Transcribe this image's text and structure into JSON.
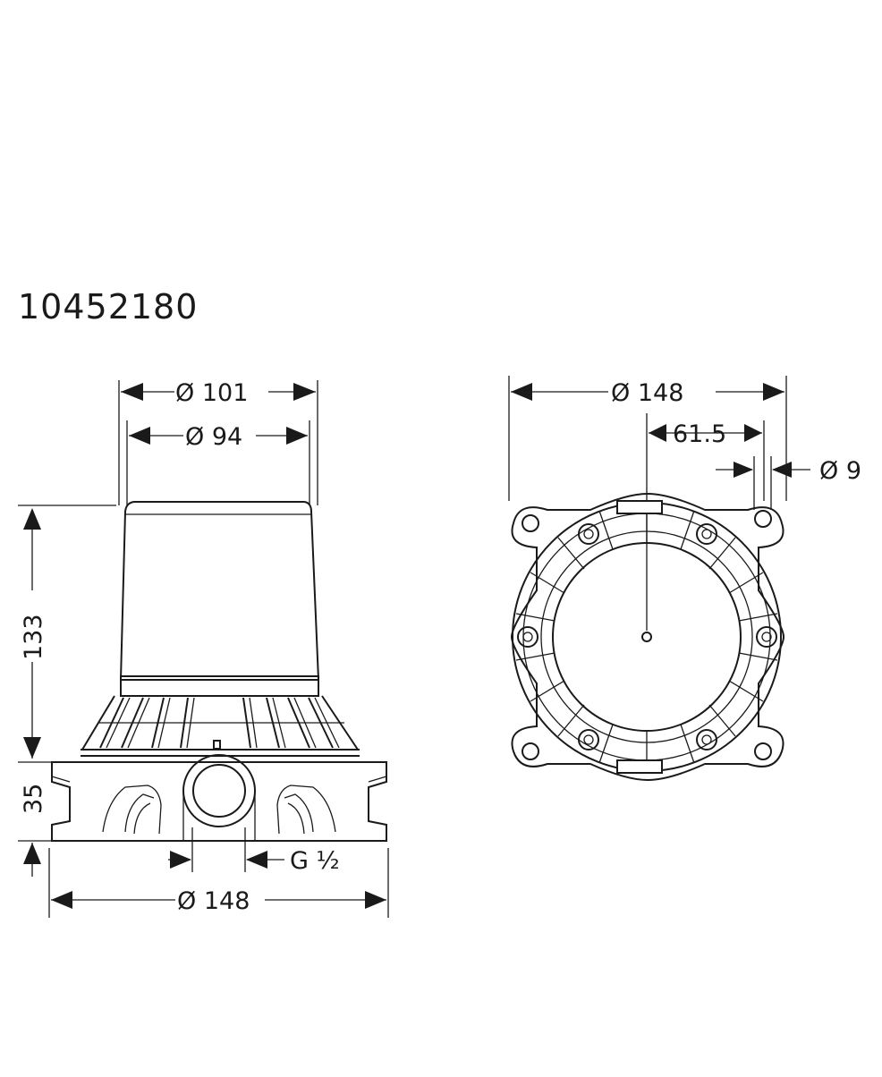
{
  "product_code": "10452180",
  "side_view": {
    "dim_outer_diameter": "Ø 101",
    "dim_inner_diameter": "Ø 94",
    "dim_height_body": "133",
    "dim_height_base": "35",
    "dim_thread": "G ½",
    "dim_base_diameter": "Ø 148"
  },
  "top_view": {
    "dim_overall_diameter": "Ø  148",
    "dim_offset": "61.5",
    "dim_hole_diameter": "Ø  9"
  }
}
